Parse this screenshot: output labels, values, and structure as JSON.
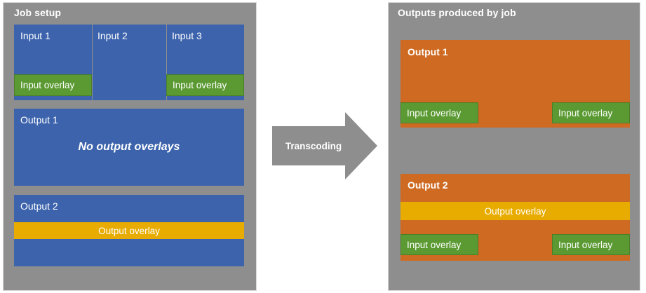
{
  "colors": {
    "panel_bg": "#8e8e8e",
    "input_blue": "#3c63ac",
    "output_orange": "#ce6a22",
    "input_overlay_green": "#5b9a33",
    "output_overlay_yellow": "#e8ac00",
    "arrow_gray": "#8e8e8e",
    "text_white": "#ffffff",
    "page_bg": "#ffffff"
  },
  "left_panel": {
    "title": "Job setup",
    "inputs": [
      {
        "label": "Input 1",
        "overlay": "Input overlay",
        "has_overlay": true
      },
      {
        "label": "Input 2",
        "overlay": "",
        "has_overlay": false
      },
      {
        "label": "Input 3",
        "overlay": "Input overlay",
        "has_overlay": true
      }
    ],
    "outputs": [
      {
        "label": "Output 1",
        "note": "No output overlays",
        "has_output_overlay": false,
        "output_overlay": ""
      },
      {
        "label": "Output 2",
        "note": "",
        "has_output_overlay": true,
        "output_overlay": "Output overlay"
      }
    ]
  },
  "arrow": {
    "label": "Transcoding",
    "direction": "right"
  },
  "right_panel": {
    "title": "Outputs produced by job",
    "outputs": [
      {
        "label": "Output 1",
        "has_output_overlay": false,
        "output_overlay": "",
        "input_overlays": [
          "Input overlay",
          "Input overlay"
        ]
      },
      {
        "label": "Output 2",
        "has_output_overlay": true,
        "output_overlay": "Output overlay",
        "input_overlays": [
          "Input overlay",
          "Input overlay"
        ]
      }
    ]
  }
}
